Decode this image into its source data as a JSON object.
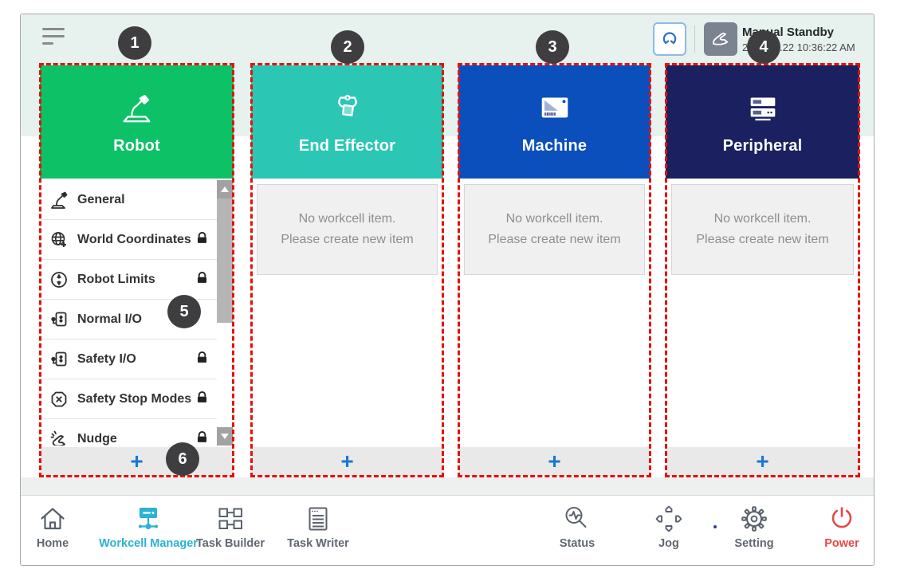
{
  "topbar": {
    "status_title": "Manual Standby",
    "status_datetime": "2019.02.22 10:36:22 AM"
  },
  "badges": [
    "1",
    "2",
    "3",
    "4",
    "5",
    "6"
  ],
  "colors": {
    "robot_green": "#0dc167",
    "end_effector_teal": "#2bc7b4",
    "machine_blue": "#0a4fbc",
    "peripheral_navy": "#1a2060",
    "annotation_red": "#e8100c",
    "badge_bg": "#3e3e40",
    "nav_active": "#29b2d3",
    "power_red": "#e8474b",
    "add_blue": "#1778d2"
  },
  "columns": [
    {
      "title": "Robot",
      "add_label": "+",
      "items": [
        {
          "label": "General",
          "locked": false
        },
        {
          "label": "World Coordinates",
          "locked": true
        },
        {
          "label": "Robot Limits",
          "locked": true
        },
        {
          "label": "Normal I/O",
          "locked": false
        },
        {
          "label": "Safety I/O",
          "locked": true
        },
        {
          "label": "Safety Stop Modes",
          "locked": true
        },
        {
          "label": "Nudge",
          "locked": true
        }
      ]
    },
    {
      "title": "End Effector",
      "empty_line1": "No workcell item.",
      "empty_line2": "Please create new item",
      "add_label": "+"
    },
    {
      "title": "Machine",
      "empty_line1": "No workcell item.",
      "empty_line2": "Please create new item",
      "add_label": "+"
    },
    {
      "title": "Peripheral",
      "empty_line1": "No workcell item.",
      "empty_line2": "Please create new item",
      "add_label": "+"
    }
  ],
  "nav": {
    "items_left": [
      {
        "label": "Home"
      },
      {
        "label": "Workcell Manager",
        "active": true
      },
      {
        "label": "Task Builder"
      },
      {
        "label": "Task Writer"
      }
    ],
    "items_right": [
      {
        "label": "Status"
      },
      {
        "label": "Jog"
      },
      {
        "label": "Setting"
      },
      {
        "label": "Power"
      }
    ]
  }
}
